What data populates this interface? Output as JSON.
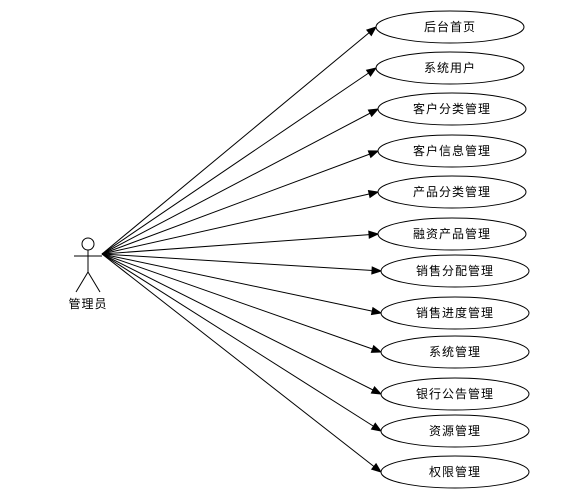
{
  "actor": {
    "label": "管理员"
  },
  "use_cases": [
    {
      "id": "home",
      "label": "后台首页"
    },
    {
      "id": "system-users",
      "label": "系统用户"
    },
    {
      "id": "customer-category",
      "label": "客户分类管理"
    },
    {
      "id": "customer-info",
      "label": "客户信息管理"
    },
    {
      "id": "product-category",
      "label": "产品分类管理"
    },
    {
      "id": "financing-product",
      "label": "融资产品管理"
    },
    {
      "id": "sales-allocation",
      "label": "销售分配管理"
    },
    {
      "id": "sales-progress",
      "label": "销售进度管理"
    },
    {
      "id": "system-management",
      "label": "系统管理"
    },
    {
      "id": "bank-announcement",
      "label": "银行公告管理"
    },
    {
      "id": "resource-management",
      "label": "资源管理"
    },
    {
      "id": "permission-management",
      "label": "权限管理"
    }
  ]
}
